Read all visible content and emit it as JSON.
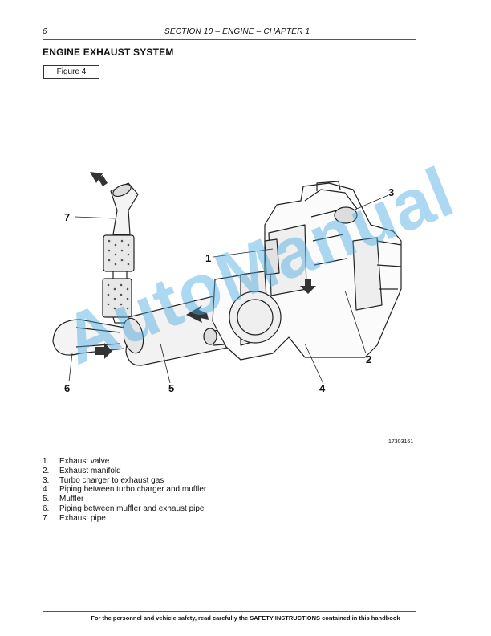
{
  "header": {
    "page_number": "6",
    "section": "SECTION 10 – ENGINE – CHAPTER 1"
  },
  "title": "ENGINE EXHAUST SYSTEM",
  "figure_label": "Figure 4",
  "callouts": {
    "c1": "1",
    "c2": "2",
    "c3": "3",
    "c4": "4",
    "c5": "5",
    "c6": "6",
    "c7": "7"
  },
  "figure_id": "17303161",
  "legend": [
    {
      "num": "1.",
      "text": "Exhaust valve"
    },
    {
      "num": "2.",
      "text": "Exhaust manifold"
    },
    {
      "num": "3.",
      "text": "Turbo charger to exhaust gas"
    },
    {
      "num": "4.",
      "text": "Piping between turbo charger and muffler"
    },
    {
      "num": "5.",
      "text": "Muffler"
    },
    {
      "num": "6.",
      "text": "Piping between muffler and exhaust pipe"
    },
    {
      "num": "7.",
      "text": "Exhaust pipe"
    }
  ],
  "footer": "For the personnel and vehicle safety, read carefully the SAFETY INSTRUCTIONS contained in this handbook",
  "watermark": "AutoManual",
  "colors": {
    "watermark": "#46aae1",
    "arrow": "#333333"
  }
}
